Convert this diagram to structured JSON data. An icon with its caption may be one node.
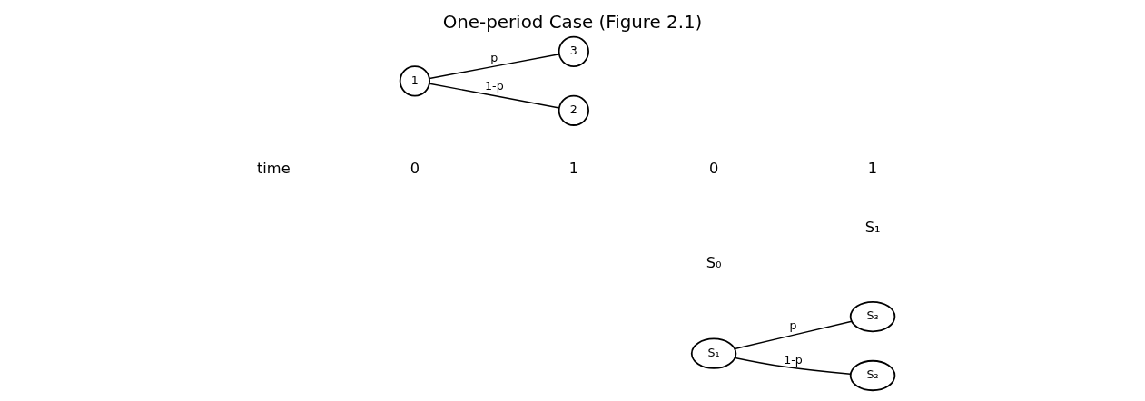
{
  "diagram": {
    "title": "One-period Case (Figure 2.1)",
    "nodes": [
      {
        "text": [
          "1"
        ]
      },
      {
        "text": [
          "3"
        ]
      },
      {
        "text": [
          "2"
        ]
      },
      {
        "text": [
          "S₁"
        ]
      },
      {
        "text": [
          "S₃"
        ]
      },
      {
        "text": [
          "S₂"
        ]
      }
    ],
    "edges": [
      {
        "from": 0,
        "to": 1,
        "arrow": "none",
        "label": "p"
      },
      {
        "from": 0,
        "to": 2,
        "arrow": "none",
        "label": "1-p"
      },
      {
        "from": 3,
        "to": 4,
        "arrow": "none",
        "label": "p"
      },
      {
        "from": 3,
        "to": 5,
        "arrow": "none",
        "label": "1-p"
      }
    ],
    "labels": [
      "S₁",
      "S₀",
      "time",
      "0",
      "1",
      "0",
      "1"
    ]
  }
}
